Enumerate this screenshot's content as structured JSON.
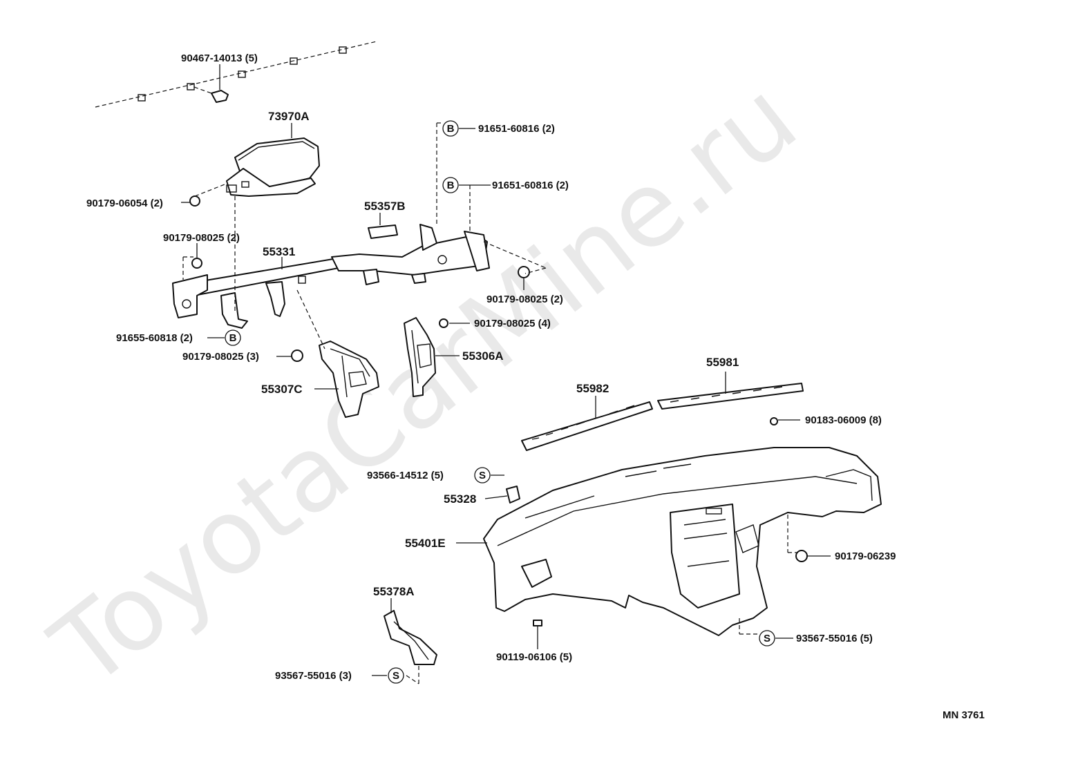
{
  "watermark": "ToyotaCarMine.ru",
  "diagram_code": "MN  3761",
  "callouts": {
    "c1": "90467-14013 (5)",
    "c2": "73970A",
    "c3": "90179-06054 (2)",
    "c4": "91651-60816 (2)",
    "c5": "91651-60816 (2)",
    "c6": "55357B",
    "c7": "90179-08025 (2)",
    "c8": "55331",
    "c9": "90179-08025 (2)",
    "c10": "91655-60818 (2)",
    "c11": "90179-08025 (4)",
    "c12": "90179-08025 (3)",
    "c13": "55306A",
    "c14": "55307C",
    "c15": "55981",
    "c16": "55982",
    "c17": "90183-06009 (8)",
    "c18": "93566-14512 (5)",
    "c19": "55328",
    "c20": "55401E",
    "c21": "90179-06239",
    "c22": "55378A",
    "c23": "90119-06106 (5)",
    "c24": "93567-55016 (5)",
    "c25": "93567-55016 (3)"
  },
  "symbols": {
    "b": "B",
    "s": "S"
  }
}
